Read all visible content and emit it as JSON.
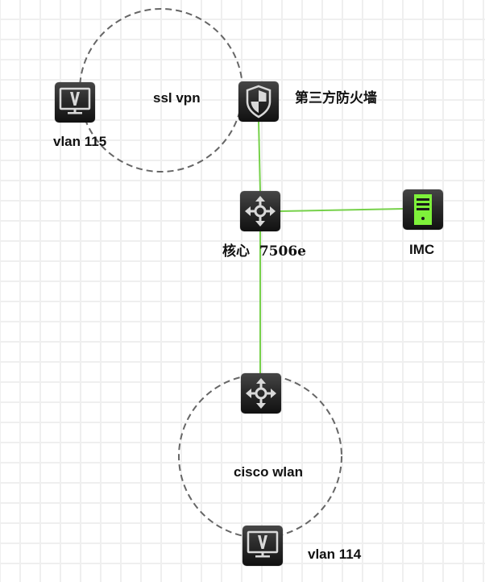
{
  "diagram": {
    "title": "",
    "groups": [
      {
        "id": "ssl-vpn",
        "label": "ssl vpn",
        "style": "dashed-circle",
        "stroke": "#666666"
      },
      {
        "id": "cisco-wlan",
        "label": "cisco wlan",
        "style": "dashed-circle",
        "stroke": "#666666"
      }
    ],
    "nodes": [
      {
        "id": "vlan115",
        "label": "vlan 115",
        "icon": "monitor-v-icon"
      },
      {
        "id": "firewall",
        "label": "第三方防火墙",
        "icon": "shield-icon"
      },
      {
        "id": "core",
        "label": "核心  7506e",
        "icon": "switch-arrows-icon"
      },
      {
        "id": "imc",
        "label": "IMC",
        "icon": "server-icon"
      },
      {
        "id": "wlan-switch",
        "label": "",
        "icon": "switch-arrows-icon"
      },
      {
        "id": "vlan114",
        "label": "vlan 114",
        "icon": "monitor-v-icon"
      }
    ],
    "edges": [
      {
        "from": "firewall",
        "to": "core",
        "color": "#76d14a"
      },
      {
        "from": "core",
        "to": "imc",
        "color": "#76d14a"
      },
      {
        "from": "core",
        "to": "wlan-switch",
        "color": "#76d14a"
      }
    ],
    "colors": {
      "link": "#76d14a",
      "server_accent": "#7ef13a",
      "icon_glyph": "#d9d9d9",
      "node_bg": "#2b2b2b"
    }
  }
}
